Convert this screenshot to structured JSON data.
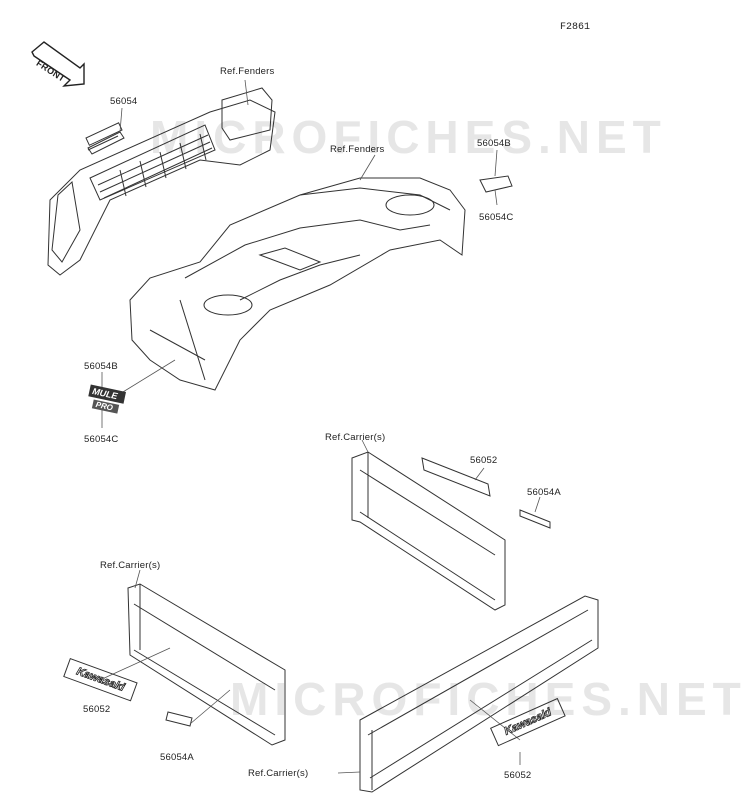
{
  "figure_code": "F2861",
  "front_arrow_label": "FRONT",
  "watermarks": [
    "MICROFICHES.NET",
    "MICROFICHES.NET"
  ],
  "refs": {
    "fenders_top": "Ref.Fenders",
    "fenders_mid": "Ref.Fenders",
    "carrier_right": "Ref.Carrier(s)",
    "carrier_left": "Ref.Carrier(s)",
    "carrier_bottom": "Ref.Carrier(s)"
  },
  "parts": {
    "p56054_top": "56054",
    "p56054B_right": "56054B",
    "p56054C_right": "56054C",
    "p56054B_left": "56054B",
    "p56054C_left": "56054C",
    "p56052_right": "56052",
    "p56054A_right": "56054A",
    "p56052_left": "56052",
    "p56054A_left": "56054A",
    "p56052_bottom": "56052"
  },
  "decals": {
    "brand_left": "Kawasaki",
    "brand_bottom": "Kawasaki",
    "emblem_line1": "MULE",
    "emblem_line2": "PRO"
  }
}
